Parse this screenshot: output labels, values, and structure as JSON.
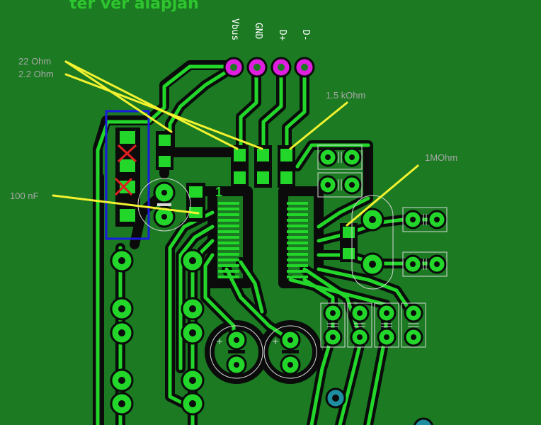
{
  "title_text": "ter ver alapjan",
  "usb_pins": [
    "Vbus",
    "GND",
    "D+",
    "D-"
  ],
  "annotations": {
    "r22": "22 Ohm",
    "r2_2": "2.2 Ohm",
    "r1_5k": "1.5 kOhm",
    "c100n": "100 nF",
    "r1m": "1MOhm"
  },
  "ic_pin1_marker": "1",
  "colors": {
    "board": "#1b7a22",
    "copper": "#22d62a",
    "gap": "#0b0b0b",
    "usb_pad": "#e01ee0",
    "callout": "#f2f230",
    "label_text": "#a8a8a8",
    "reject_mark": "#e02020",
    "select_box": "#1a1ae0",
    "via": "#1e8fa0"
  }
}
